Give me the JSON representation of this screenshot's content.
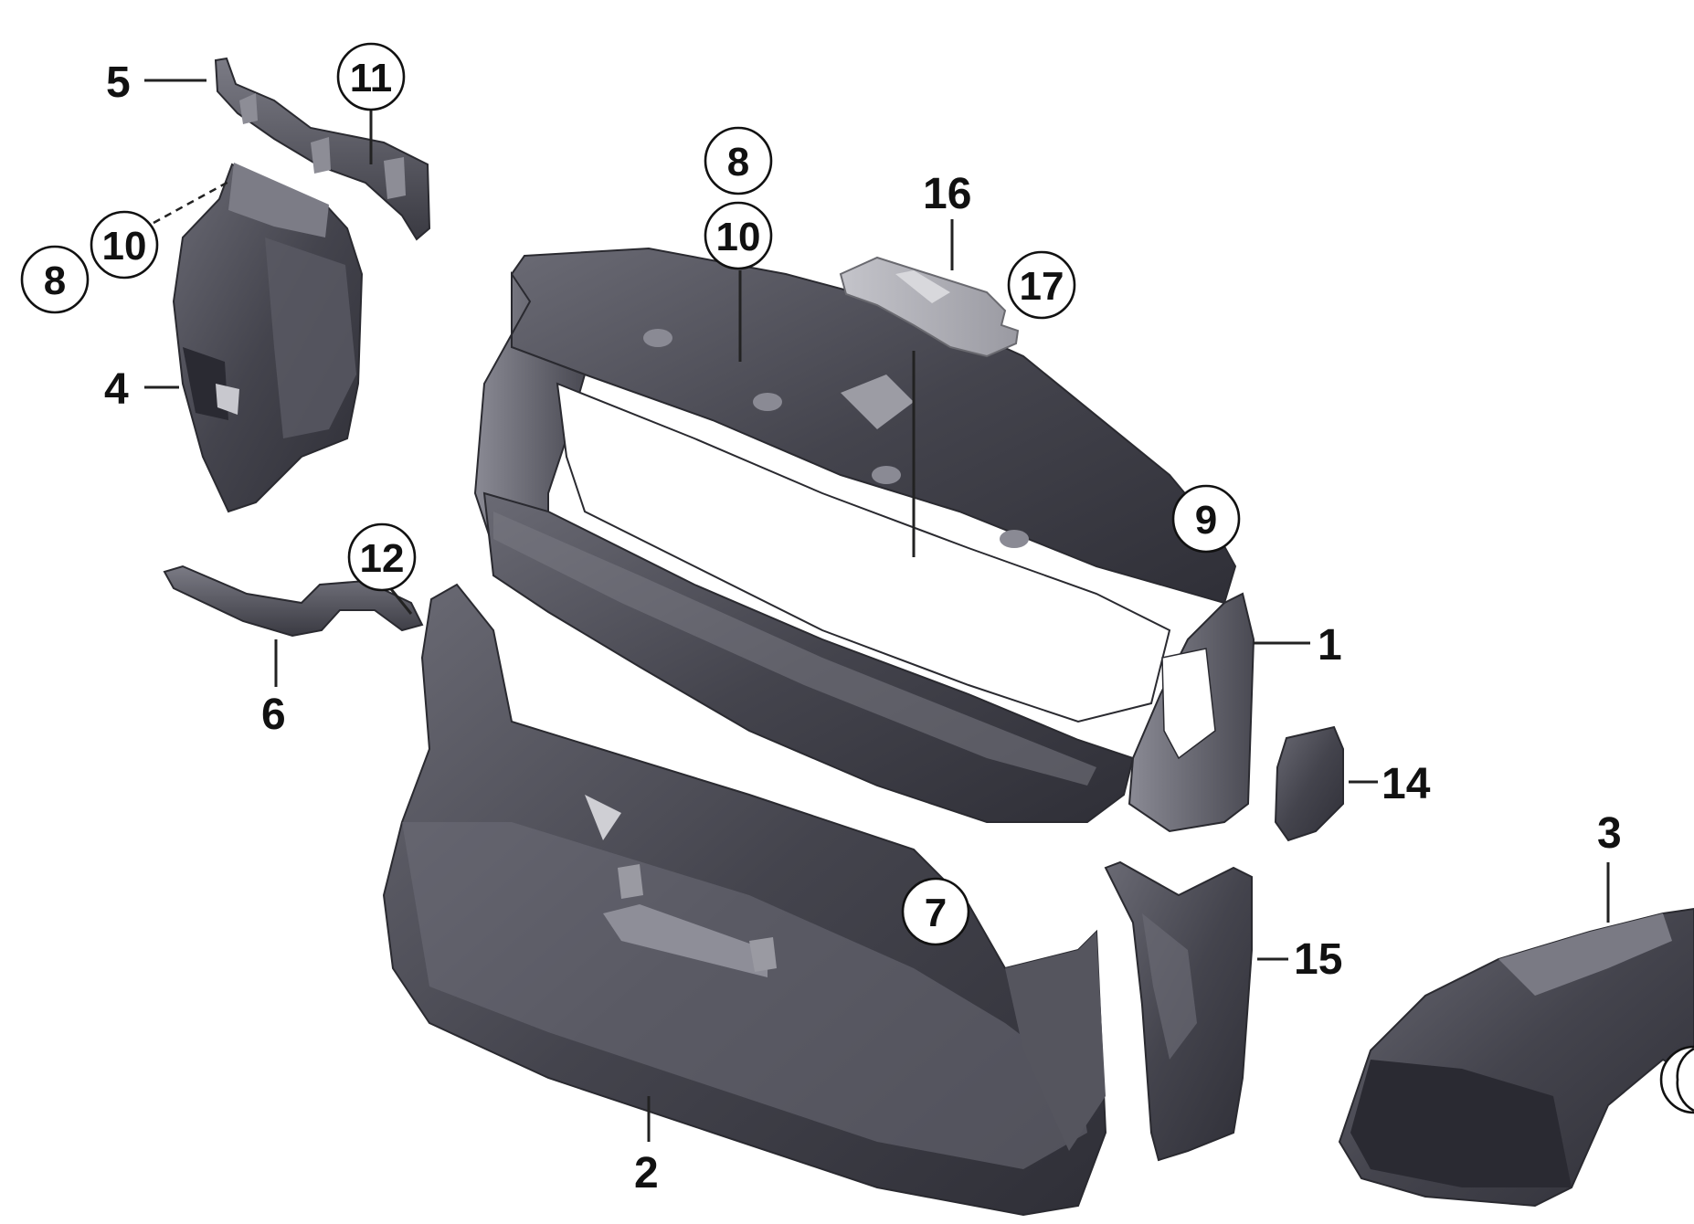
{
  "diagram": {
    "colors": {
      "part_dark": "#3f3f48",
      "part_mid": "#5e5e68",
      "part_light": "#8b8b95",
      "bracket_light": "#aeaeb4",
      "line": "#222222",
      "text": "#111111"
    },
    "labels": {
      "n1": "1",
      "n2": "2",
      "n3": "3",
      "n4": "4",
      "n5": "5",
      "n6": "6",
      "n14": "14",
      "n15": "15",
      "n16": "16",
      "c7": "7",
      "c8a": "8",
      "c8b": "8",
      "c9": "9",
      "c10a": "10",
      "c10b": "10",
      "c11": "11",
      "c12": "12",
      "c17": "17"
    }
  }
}
